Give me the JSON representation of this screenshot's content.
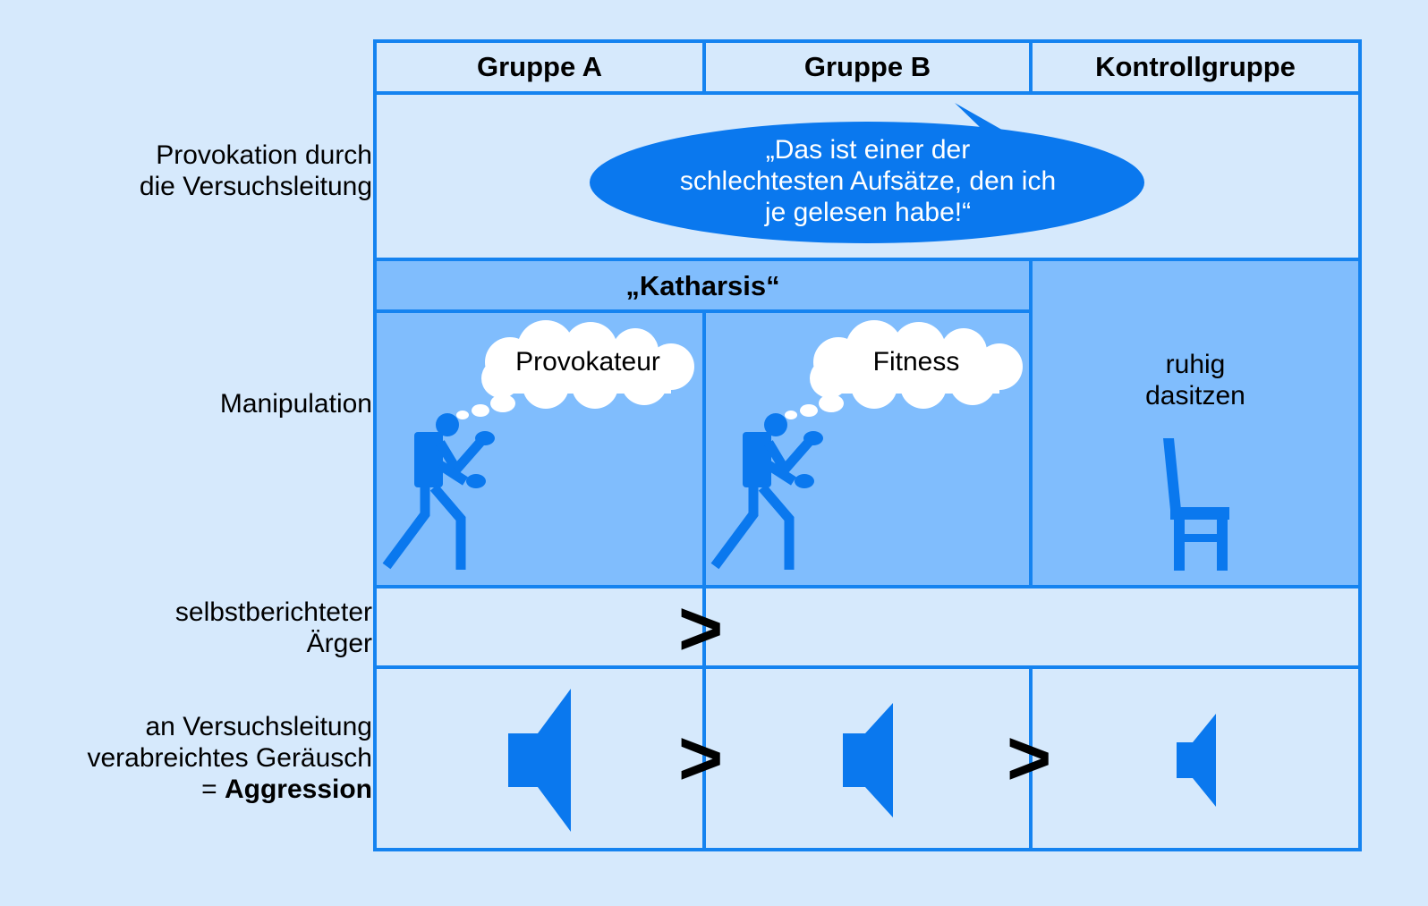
{
  "columns": [
    "Gruppe A",
    "Gruppe B",
    "Kontrollgruppe"
  ],
  "rows": {
    "provocation": {
      "line1": "Provokation durch",
      "line2": "die Versuchsleitung"
    },
    "manipulation": {
      "label": "Manipulation"
    },
    "anger": {
      "line1": "selbstberichteter",
      "line2": "Ärger"
    },
    "aggression": {
      "line1": "an Versuchsleitung",
      "line2": "verabreichtes Geräusch",
      "prefix": "= ",
      "bold": "Aggression"
    }
  },
  "speech_bubble": {
    "line1": "„Das ist einer der",
    "line2": "schlechtesten Aufsätze, den ich",
    "line3": "je gelesen habe!“"
  },
  "katharsis_label": "„Katharsis“",
  "thought_a": "Provokateur",
  "thought_b": "Fitness",
  "control_text": {
    "line1": "ruhig",
    "line2": "dasitzen"
  },
  "comparison_symbol": ">",
  "icons": {
    "group_a": "boxer-icon",
    "group_b": "boxer-icon",
    "control": "chair-icon",
    "volume": "speaker-icon"
  },
  "aggression_levels": [
    "high",
    "medium",
    "low"
  ],
  "colors": {
    "background": "#d6e9fc",
    "border": "#1583f0",
    "shaded": "#80bdfd",
    "icon": "#0a78ee",
    "bubble": "#0a78ee"
  }
}
